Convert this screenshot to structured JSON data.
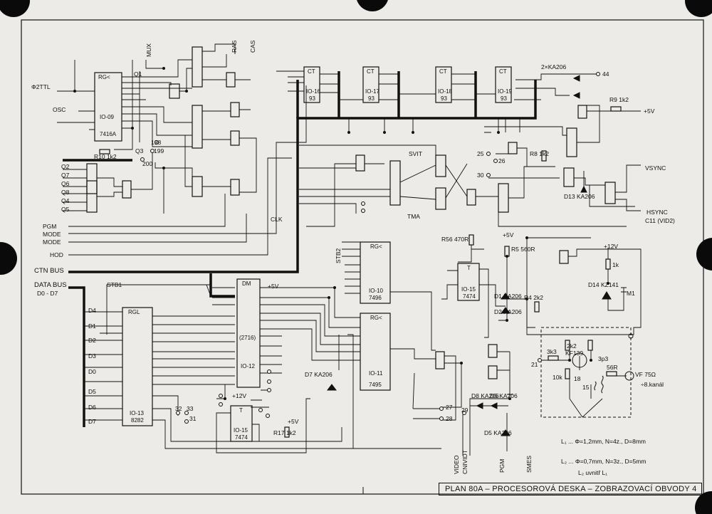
{
  "title_block": {
    "text": "PLAN 80A – PROCESOROVÁ DESKA – ZOBRAZOVACÍ OBVODY 4"
  },
  "signals": {
    "f2ttl": "Φ2TTL",
    "osc": "OSC",
    "mux": "MUX",
    "ras": "RAS",
    "cas": "CAS",
    "pgm": "PGM",
    "mode1": "MODE",
    "mode2": "MODE",
    "hod": "HOD",
    "ctn_bus": "CTN BUS",
    "data_bus": "DATA BUS",
    "data_bus_range": "D0 - D7",
    "clk": "CLK",
    "stb1": "STB1",
    "stb2": "STB2",
    "svit": "SVIT",
    "tma": "TMA",
    "vsync": "VSYNC",
    "hsync": "HSYNC",
    "c11_vid2": "C11 (VID2)",
    "plus5v": "+5V",
    "plus12v": "+12V",
    "video": "VIDEO",
    "cnividt": "CNIVIDT",
    "pgm_out": "PGM",
    "smes": "SMES",
    "vf": "VF 75Ω",
    "channels": "÷8.kanál",
    "two_ka206": "2×KA206"
  },
  "chips": [
    {
      "id": "rg_d9",
      "name": "RG<",
      "part": "IO-09",
      "type": "7416A"
    },
    {
      "id": "dm",
      "name": "DM",
      "part": "IO-12",
      "type": "(2716)"
    },
    {
      "id": "rgl",
      "name": "RGL",
      "part": "IO-13",
      "type": "8282"
    },
    {
      "id": "rg_b",
      "name": "RG<",
      "part": "IO-10",
      "type": "7496"
    },
    {
      "id": "rg_c",
      "name": "RG<",
      "part": "IO-11",
      "type": "7495"
    },
    {
      "id": "io15",
      "name": "T",
      "part": "IO-15",
      "type": "7474"
    },
    {
      "id": "io15b",
      "name": "T",
      "part": "IO-15",
      "type": "7474"
    },
    {
      "id": "c1",
      "name": "CT",
      "part": "IO-16",
      "type": "93"
    },
    {
      "id": "c2",
      "name": "CT",
      "part": "IO-17",
      "type": "93"
    },
    {
      "id": "c3",
      "name": "CT",
      "part": "IO-18",
      "type": "93"
    },
    {
      "id": "c4",
      "name": "CT",
      "part": "IO-19",
      "type": "93"
    }
  ],
  "components": {
    "r10": "R10 1k2",
    "r9": "R9 1k2",
    "r8": "R8 1k2",
    "r56": "R56 470R",
    "r5": "R5 560R",
    "r4": "R4 2k2",
    "r17": "R17 1k2",
    "d14": "D14 KZ141",
    "m1": "M1",
    "d7": "D7 KA206",
    "d13": "D13 KA206",
    "d1": "D1 KA206",
    "d2": "D2 KA206",
    "d8": "D8 KA206",
    "d5": "D5 KA206",
    "d5b": "D5 KA206",
    "r1k": "1k",
    "r3k3": "3k3",
    "r10k": "10k",
    "t1": "KF139",
    "c3p3": "3p3",
    "r56r": "56R",
    "r2k2": "2k2",
    "c18": "18",
    "c15": "15"
  },
  "notes": {
    "l1": "L₁ ... Φ=1,2mm, N=4z., D=8mm",
    "l2": "L₂ ... Φ=0,7mm, N=3z., D=5mm",
    "l3": "L₂ uvnitř L₁"
  },
  "pin_labels": {
    "q2": "Q2",
    "q7": "Q7",
    "q6": "Q6",
    "q8": "Q8",
    "q4": "Q4",
    "q5": "Q5",
    "q1": "Q1",
    "q3": "Q3",
    "n198": "198",
    "n199": "199",
    "n200": "200",
    "d4": "D4",
    "d1": "D1",
    "d2": "D2",
    "d3": "D3",
    "d0": "D0",
    "d5": "D5",
    "d6": "D6",
    "d7": "D7",
    "n44": "44",
    "n25": "25",
    "n26": "26",
    "n30": "30",
    "n27": "27",
    "n28": "28",
    "n29": "29",
    "n31": "31",
    "n32": "32",
    "n33": "33",
    "n21": "21"
  }
}
